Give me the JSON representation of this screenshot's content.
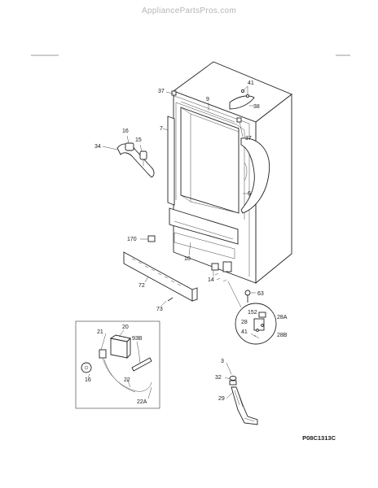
{
  "watermark": "AppliancePartsPros.com",
  "diagram_code": "P08C1313C",
  "callouts": {
    "c37a": "37",
    "c9": "9",
    "c41": "41",
    "c38": "38",
    "c7": "7",
    "c37b": "37",
    "c16a": "16",
    "c15": "15",
    "c34": "34",
    "c6": "6",
    "c170": "170",
    "c10": "10",
    "c72": "72",
    "c14": "14",
    "c63": "63",
    "c73": "73",
    "c152": "152",
    "c28": "28",
    "c28A": "28A",
    "c41b": "41",
    "c28B": "28B",
    "c20": "20",
    "c21": "21",
    "c93B": "93B",
    "c16b": "16",
    "c22": "22",
    "c22A": "22A",
    "c3": "3",
    "c32": "32",
    "c29": "29"
  }
}
